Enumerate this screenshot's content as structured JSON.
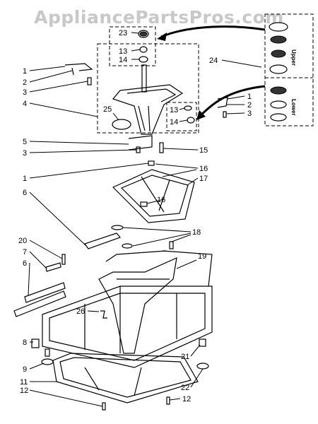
{
  "watermark": "AppliancePartsPros.com",
  "labels": [
    "1",
    "2",
    "3",
    "4",
    "5",
    "3",
    "1",
    "6",
    "20",
    "7",
    "6",
    "8",
    "9",
    "11",
    "12",
    "23",
    "13",
    "14",
    "24",
    "25",
    "13",
    "14",
    "1",
    "2",
    "3",
    "15",
    "16",
    "17",
    "16",
    "18",
    "19",
    "26",
    "21",
    "22",
    "12"
  ],
  "upper_label": "Upper",
  "lower_label": "Lower"
}
